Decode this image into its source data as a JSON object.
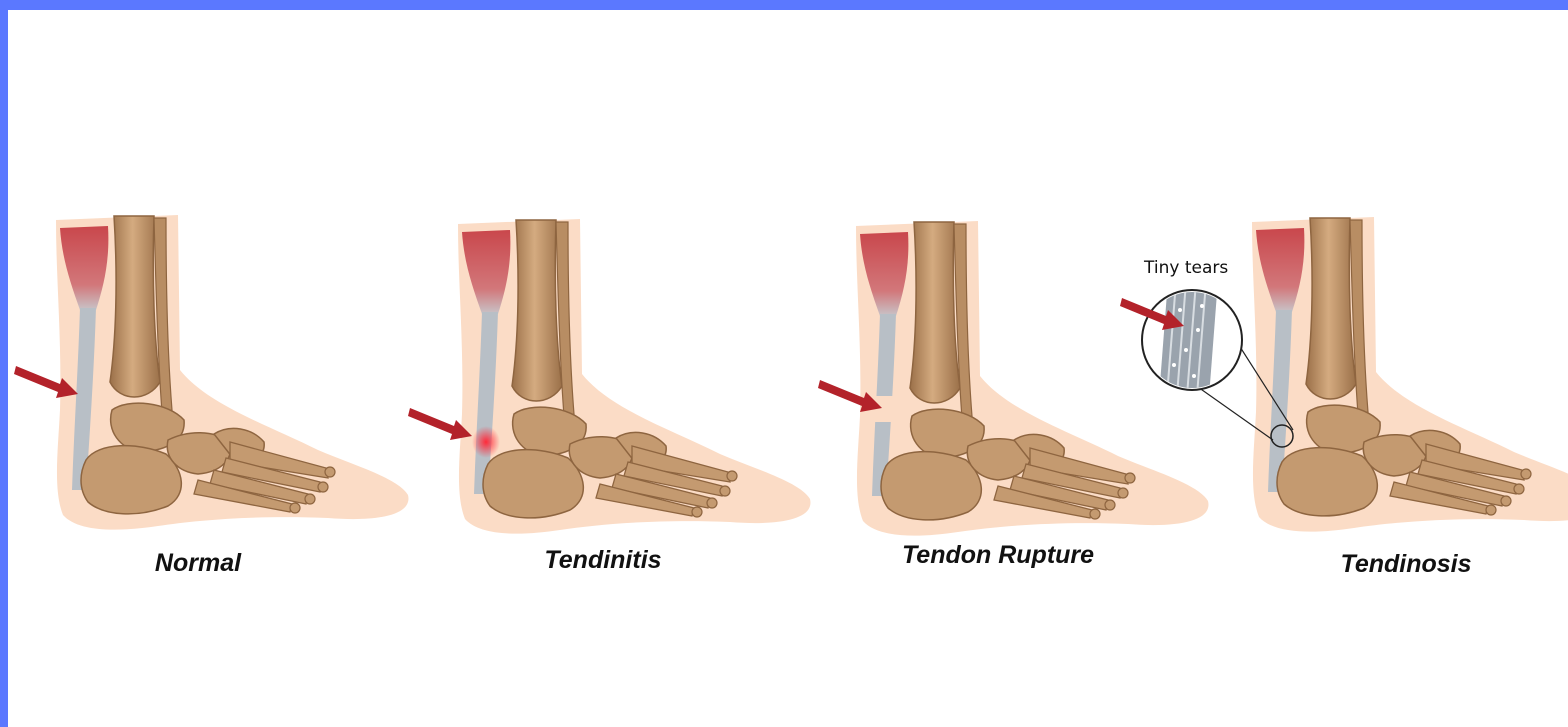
{
  "panels": [
    {
      "label": "Normal",
      "condition": "normal"
    },
    {
      "label": "Tendinitis",
      "condition": "inflamed"
    },
    {
      "label": "Tendon Rupture",
      "condition": "ruptured"
    },
    {
      "label": "Tendinosis",
      "condition": "degenerated"
    }
  ],
  "callout": {
    "text": "Tiny tears"
  },
  "colors": {
    "background_border": "#5b78ff",
    "skin": "#fbdcc6",
    "bone": "#c49a70",
    "bone_dark": "#8e6540",
    "muscle": "#c9474c",
    "tendon": "#b8bfc6",
    "arrow": "#b3222a",
    "inflammation": "#e8283a"
  }
}
